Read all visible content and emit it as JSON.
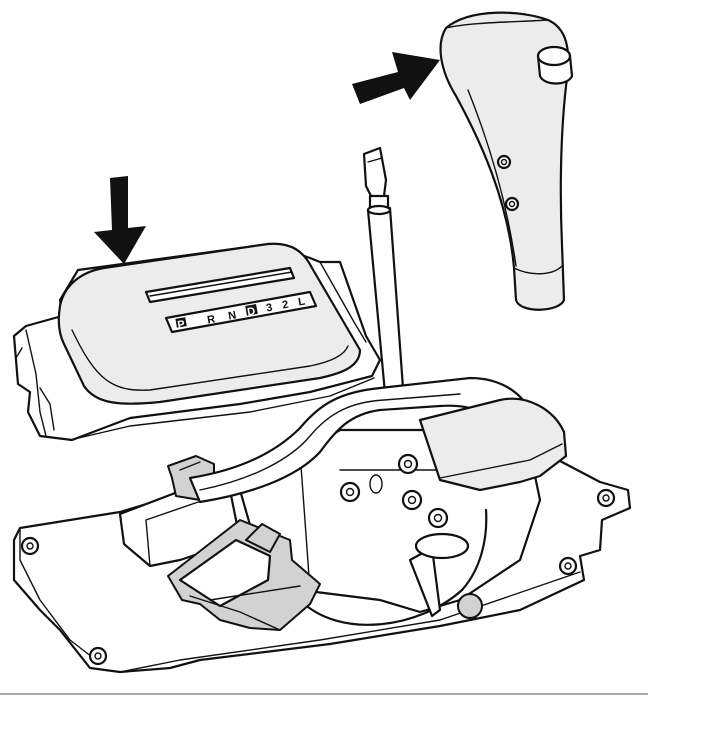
{
  "diagram": {
    "gear_indicator": [
      "P",
      "R",
      "N",
      "D",
      "3",
      "2",
      "L"
    ],
    "colors": {
      "line": "#111111",
      "background": "#ffffff",
      "shade": "#ececec",
      "dark_shade": "#d2d2d2"
    },
    "icons": [
      "arrow-down-icon",
      "arrow-right-icon"
    ]
  }
}
